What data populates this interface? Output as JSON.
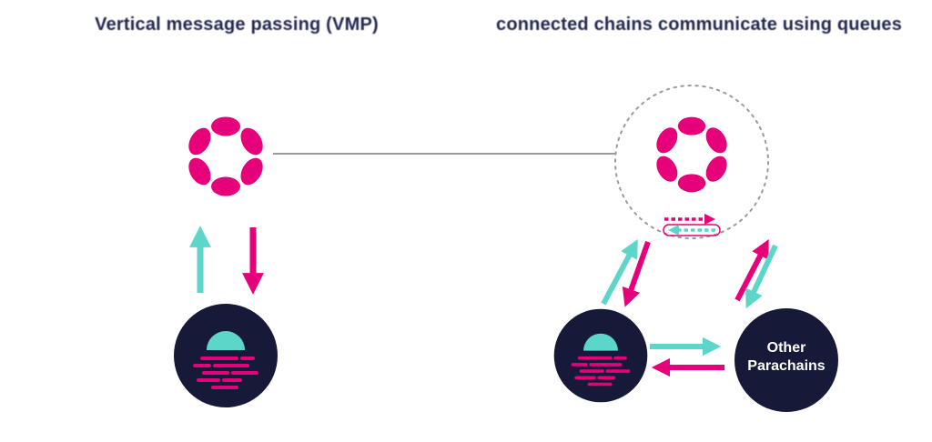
{
  "colors": {
    "pink": "#E6007A",
    "teal": "#5CD6C9",
    "navy": "#161A38",
    "line_gray": "#9B9B9B",
    "title_text": "#232850"
  },
  "left_panel": {
    "title": "Vertical message passing (VMP)",
    "icons": {
      "relay": "polkadot-logo",
      "parachain": "moonbeam-logo"
    },
    "arrows": [
      {
        "between": "parachain-relay",
        "direction": "up",
        "color": "teal"
      },
      {
        "between": "relay-parachain",
        "direction": "down",
        "color": "pink"
      }
    ]
  },
  "right_panel": {
    "title": "connected chains communicate using queues",
    "icons": {
      "relay": "polkadot-logo-in-dashed-circle",
      "queue": "message-queue-icon",
      "parachain_a": "moonbeam-logo",
      "parachain_b": "other-parachains-circle"
    },
    "other_parachains_label": "Other Parachains",
    "arrows": [
      {
        "between": "moonbeam-relay",
        "direction": "up",
        "color": "teal"
      },
      {
        "between": "relay-moonbeam",
        "direction": "down",
        "color": "pink"
      },
      {
        "between": "other-relay",
        "direction": "up",
        "color": "pink"
      },
      {
        "between": "relay-other",
        "direction": "down",
        "color": "teal"
      },
      {
        "between": "moonbeam-other",
        "direction": "right",
        "color": "teal"
      },
      {
        "between": "other-moonbeam",
        "direction": "left",
        "color": "pink"
      }
    ]
  }
}
